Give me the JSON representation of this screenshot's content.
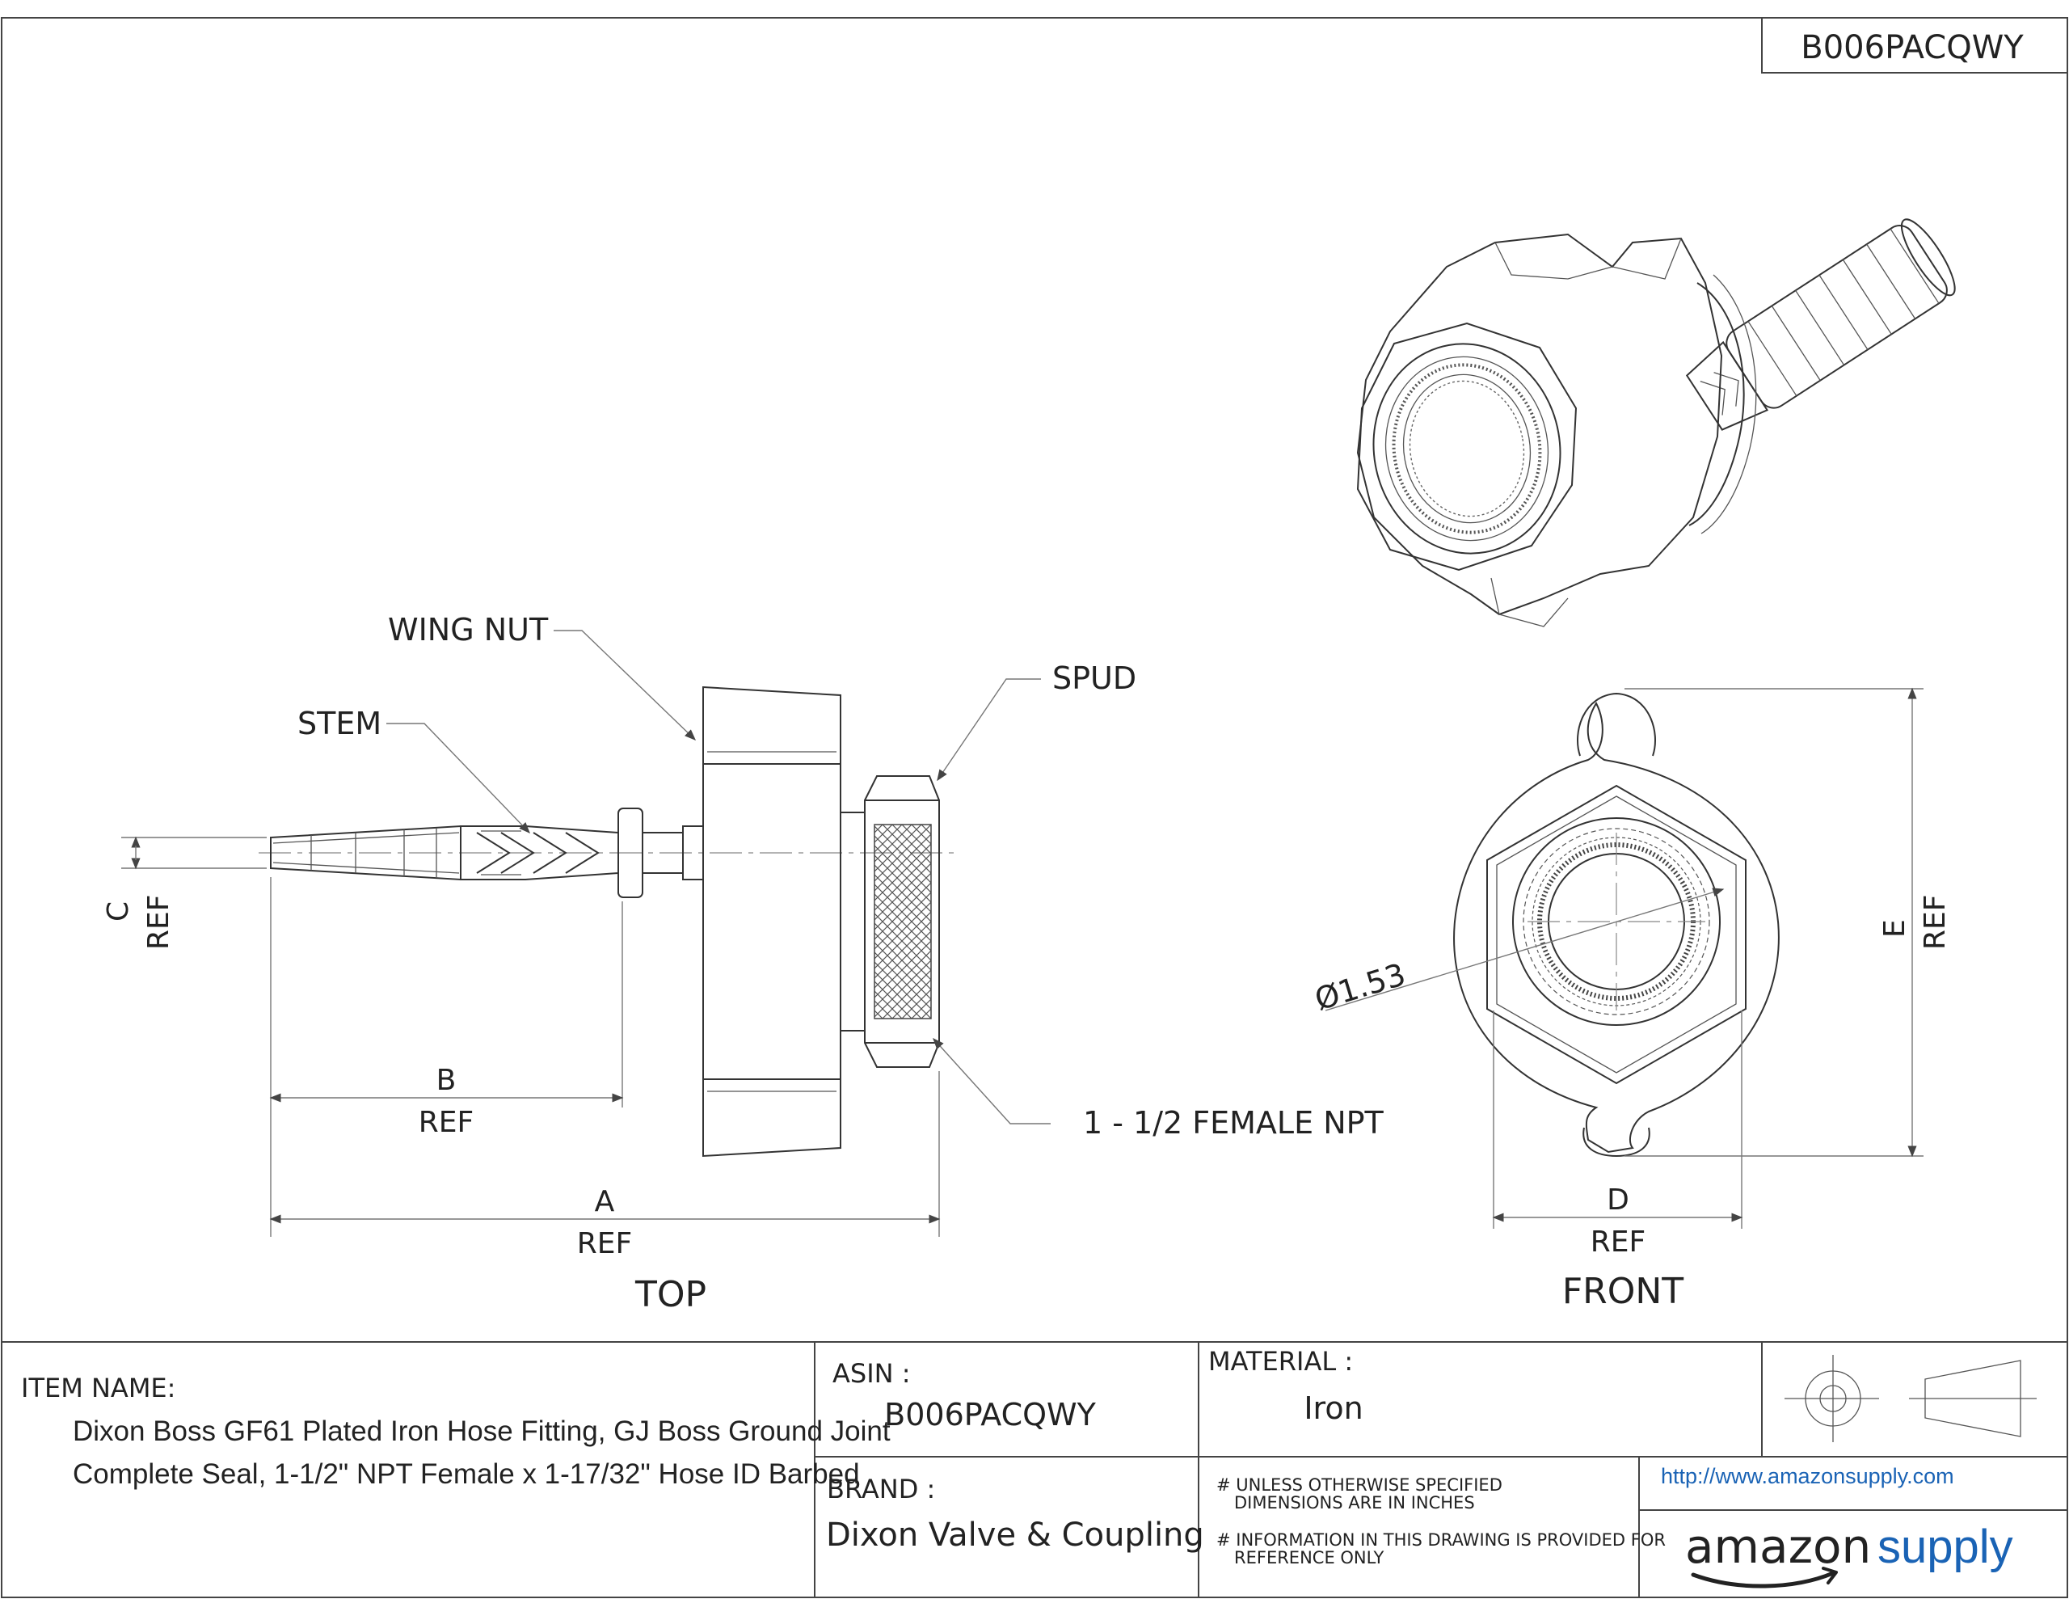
{
  "header": {
    "part_number": "B006PACQWY"
  },
  "views": {
    "top": {
      "title": "TOP",
      "callouts": {
        "wing_nut": "WING NUT",
        "stem": "STEM",
        "spud": "SPUD",
        "thread": "1 - 1/2 FEMALE NPT"
      },
      "dims": {
        "a_letter": "A",
        "a_ref": "REF",
        "b_letter": "B",
        "b_ref": "REF",
        "c_letter": "C",
        "c_ref": "REF"
      }
    },
    "front": {
      "title": "FRONT",
      "diameter": "Ø1.53",
      "dims": {
        "d_letter": "D",
        "d_ref": "REF",
        "e_letter": "E",
        "e_ref": "REF"
      }
    }
  },
  "title_block": {
    "item_name_label": "ITEM NAME:",
    "item_name_line1": "Dixon Boss GF61 Plated Iron Hose Fitting, GJ Boss Ground Joint",
    "item_name_line2": "Complete Seal, 1-1/2\" NPT Female x 1-17/32\" Hose ID Barbed",
    "asin_label": "ASIN :",
    "asin_value": "B006PACQWY",
    "material_label": "MATERIAL :",
    "material_value": "Iron",
    "brand_label": "BRAND :",
    "brand_value": "Dixon Valve & Coupling",
    "note1_line1": "# UNLESS OTHERWISE SPECIFIED",
    "note1_line2": "DIMENSIONS ARE IN INCHES",
    "note2_line1": "# INFORMATION IN THIS DRAWING IS PROVIDED FOR",
    "note2_line2": "REFERENCE ONLY",
    "url": "http://www.amazonsupply.com",
    "logo_amazon": "amazon",
    "logo_supply": "supply"
  },
  "colors": {
    "logo_blue": "#1a63b5",
    "line": "#333333"
  }
}
